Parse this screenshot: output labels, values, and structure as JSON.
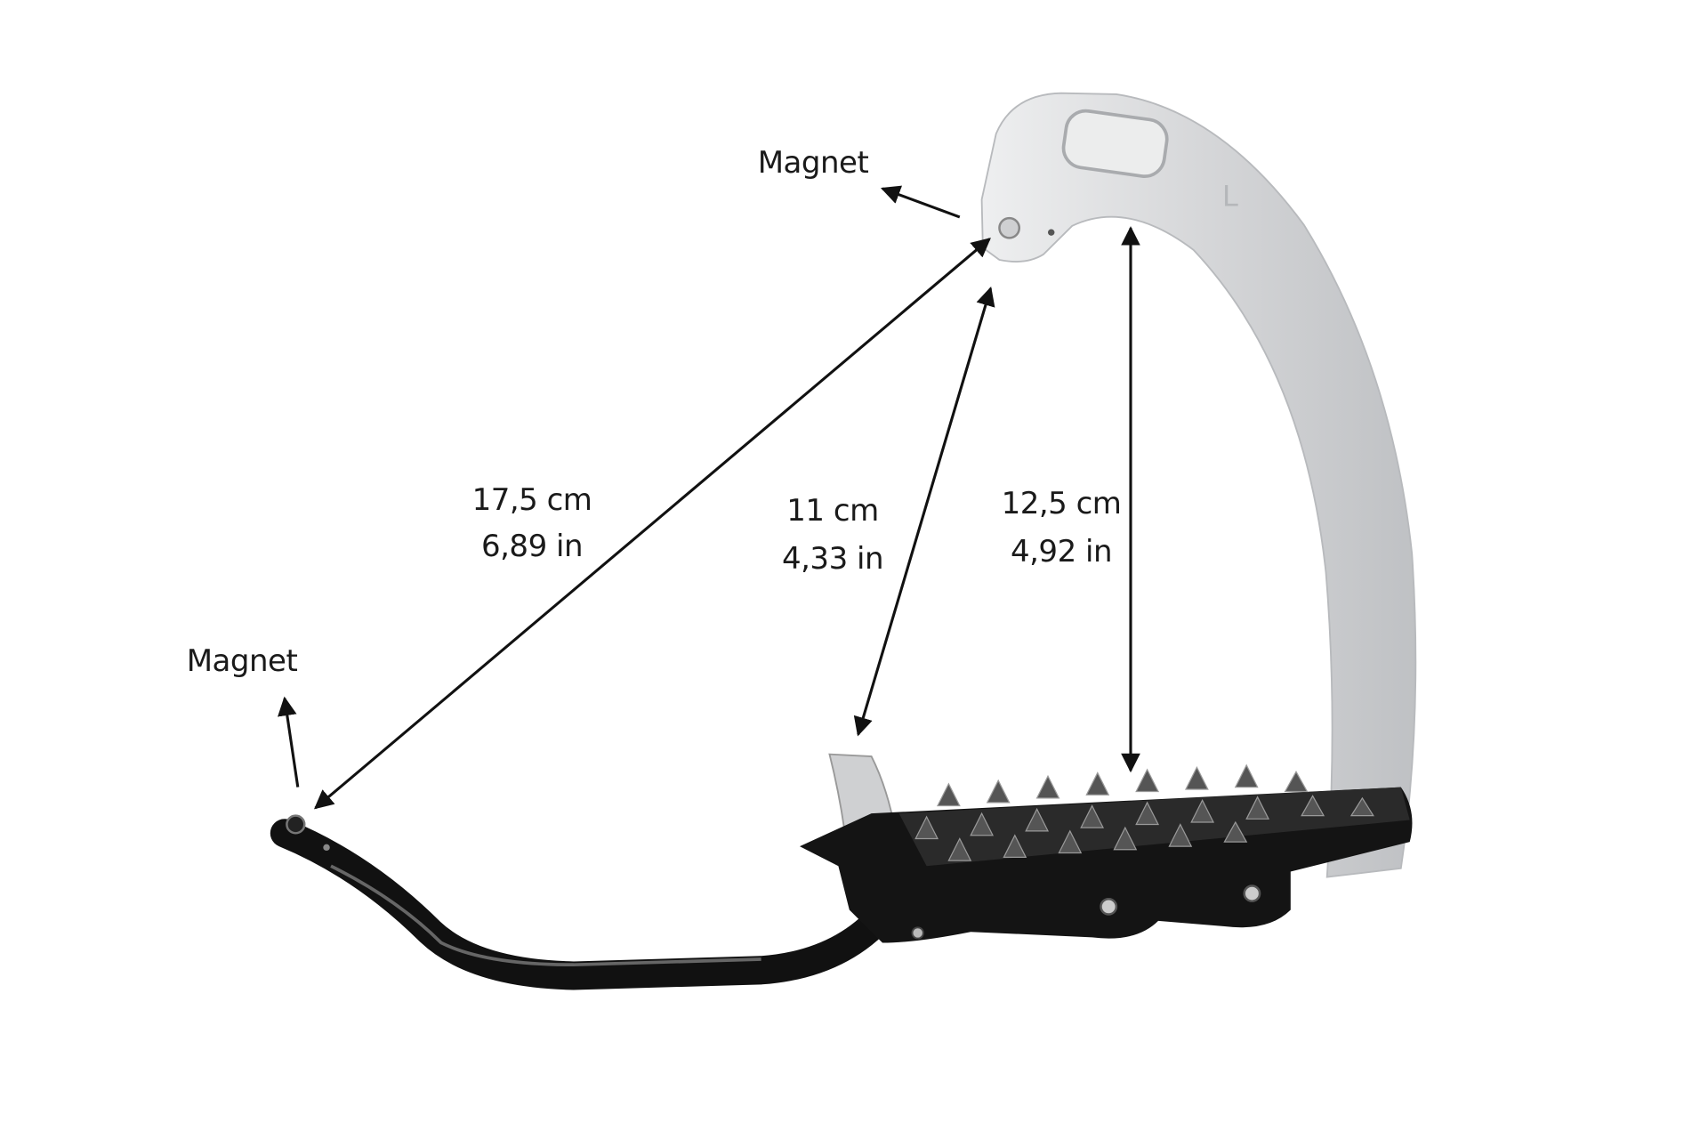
{
  "annotations": {
    "magnet_top": "Magnet",
    "magnet_left": "Magnet",
    "diagonal": {
      "cm": "17,5 cm",
      "in": "6,89 in"
    },
    "inner": {
      "cm": "11 cm",
      "in": "4,33 in"
    },
    "height": {
      "cm": "12,5 cm",
      "in": "4,92 in"
    }
  },
  "frame_side_mark": "L",
  "colors": {
    "silver": "#d9dadc",
    "black": "#111111",
    "arrow": "#111111"
  }
}
